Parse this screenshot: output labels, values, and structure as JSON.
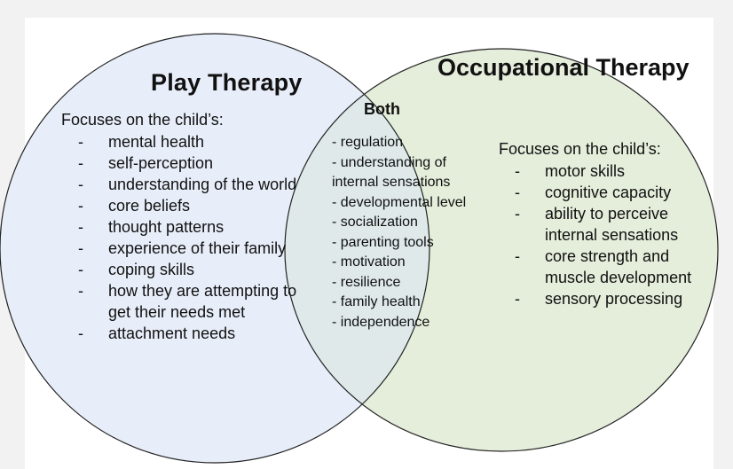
{
  "colors": {
    "background": "#f2f2f2",
    "panel": "#ffffff",
    "left_circle_fill": "#e8eef9",
    "right_circle_fill": "#e4eedb",
    "overlap_fill": "#dfe9e9",
    "stroke": "#222222"
  },
  "left": {
    "title": "Play Therapy",
    "heading": "Focuses on the child’s:",
    "items": [
      "mental health",
      "self-perception",
      "understanding of the world",
      "core beliefs",
      "thought patterns",
      "experience of their family",
      "coping skills",
      "how they are attempting to get their needs met",
      "attachment needs"
    ]
  },
  "right": {
    "title": "Occupational Therapy",
    "heading": "Focuses on the child’s:",
    "items": [
      "motor skills",
      "cognitive capacity",
      "ability to perceive internal sensations",
      "core strength and muscle development",
      "sensory processing"
    ]
  },
  "both": {
    "title": "Both",
    "items": [
      "- regulation",
      "- understanding of internal sensations",
      "- developmental level",
      "- socialization",
      "- parenting tools",
      "- motivation",
      "- resilience",
      "- family health",
      "- independence"
    ]
  },
  "dash": "-"
}
